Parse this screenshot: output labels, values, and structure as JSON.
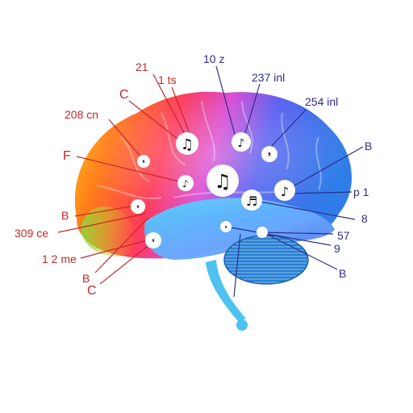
{
  "labels": {
    "l_21": "21",
    "l_1ts": "1 ts",
    "l_10z": "10 z",
    "l_237": "237 inl",
    "l_254": "254 inl",
    "l_c_top": "C",
    "l_208": "208 cn",
    "l_f": "F",
    "l_b_right": "B",
    "l_p1": "p 1",
    "l_b_left": "B",
    "l_309": "309 ce",
    "l_8": "8",
    "l_57": "57",
    "l_9": "9",
    "l_12me": "1 2 me",
    "l_b_low": "B",
    "l_c_low": "C",
    "l_b_bottom": "B"
  },
  "node_glyphs": {
    "n1": "♫",
    "n2": "♪",
    "n3": "ᵜ",
    "n4": "♫",
    "n5": "♬",
    "n6": "♪",
    "n7": "♪",
    "n8": "ᵜ",
    "n9": "ᵜ",
    "n10": "ᵜ",
    "n11": "ᵜ"
  },
  "colors": {
    "line_warm": "#d42a2a",
    "line_cool": "#2e2e8a",
    "cerebellum": "#1f6fb8",
    "brainstem": "#3ab0e8"
  }
}
